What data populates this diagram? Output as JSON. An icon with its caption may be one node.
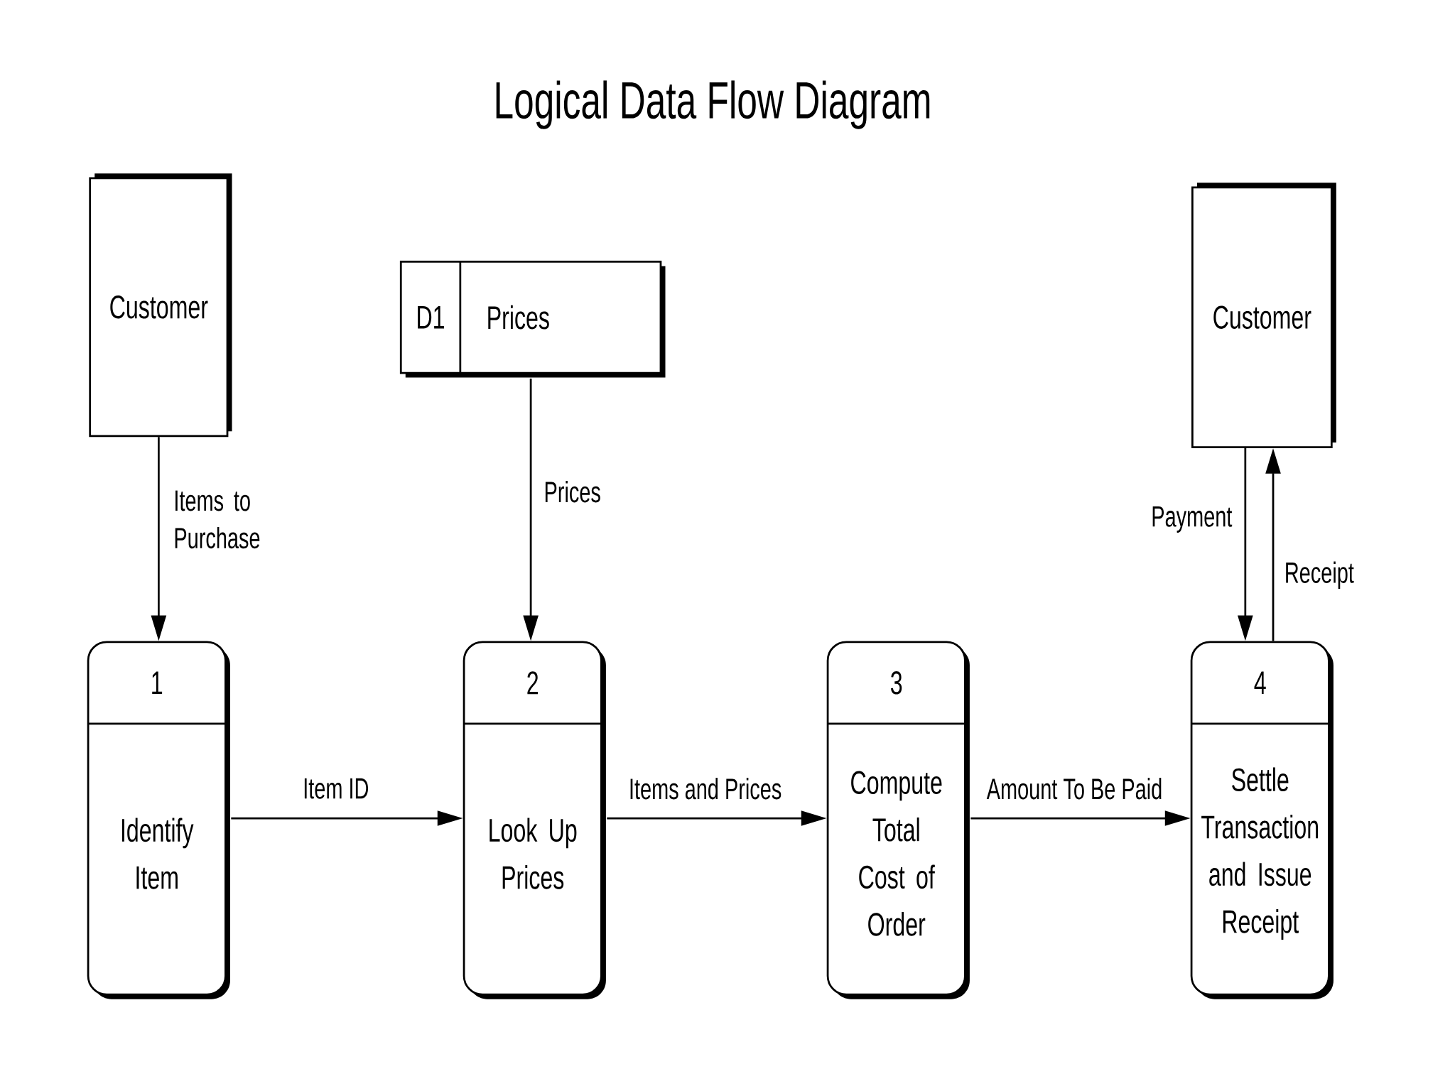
{
  "diagram": {
    "title": "Logical Data Flow Diagram",
    "nodes": [
      {
        "text": [
          "Customer"
        ]
      },
      {
        "text": [
          "D1",
          "Prices"
        ]
      },
      {
        "text": [
          "Customer"
        ]
      },
      {
        "text": [
          "1",
          "Identify Item"
        ]
      },
      {
        "text": [
          "2",
          "Look Up Prices"
        ]
      },
      {
        "text": [
          "3",
          "Compute Total Cost of Order"
        ]
      },
      {
        "text": [
          "4",
          "Settle Transaction and Issue Receipt"
        ]
      }
    ],
    "edges": [
      {
        "from": 0,
        "to": 3,
        "arrow": "to",
        "label": "Items to Purchase"
      },
      {
        "from": 1,
        "to": 4,
        "arrow": "to",
        "label": "Prices"
      },
      {
        "from": 2,
        "to": 6,
        "arrow": "to",
        "label": "Payment"
      },
      {
        "from": 6,
        "to": 2,
        "arrow": "to",
        "label": "Receipt"
      },
      {
        "from": 3,
        "to": 4,
        "arrow": "to",
        "label": "Item ID"
      },
      {
        "from": 4,
        "to": 5,
        "arrow": "to",
        "label": "Items and Prices"
      },
      {
        "from": 5,
        "to": 6,
        "arrow": "to",
        "label": "Amount To Be Paid"
      }
    ]
  }
}
